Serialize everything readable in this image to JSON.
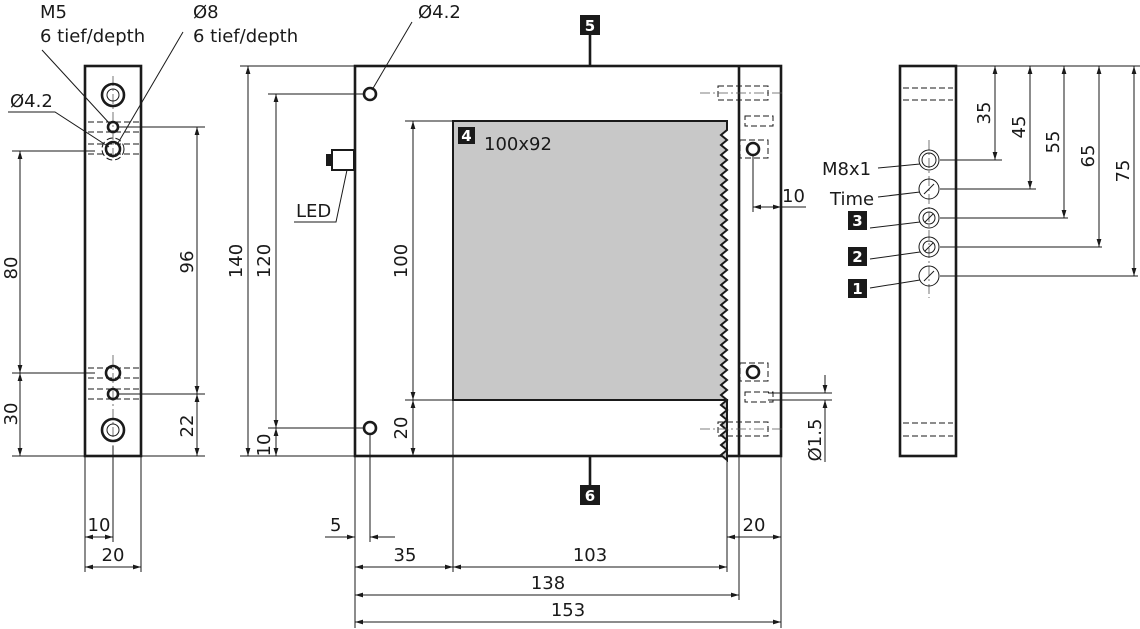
{
  "left_view": {
    "m5_label": "M5",
    "m5_depth": "6 tief/depth",
    "d8_label": "Ø8",
    "d8_depth": "6 tief/depth",
    "d42_label": "Ø4.2",
    "dims": {
      "d80": "80",
      "d30": "30",
      "d96": "96",
      "d22": "22",
      "d10": "10",
      "d20": "20"
    }
  },
  "front_view": {
    "hole_label": "Ø4.2",
    "led_label": "LED",
    "window_label": "100x92",
    "markers": {
      "m4": "4",
      "m5": "5",
      "m6": "6"
    },
    "dims": {
      "d140": "140",
      "d120": "120",
      "d100": "100",
      "d20v": "20",
      "d10v": "10",
      "d10h": "10",
      "d15": "Ø1.5",
      "d5": "5",
      "d35": "35",
      "d103": "103",
      "d20h": "20",
      "d138": "138",
      "d153": "153"
    },
    "window_color": "#c8c8c8"
  },
  "side_view": {
    "m8_label": "M8x1",
    "time_label": "Time",
    "markers": {
      "m3": "3",
      "m2": "2",
      "m1": "1"
    },
    "dims": {
      "d35": "35",
      "d45": "45",
      "d55": "55",
      "d65": "65",
      "d75": "75"
    }
  }
}
